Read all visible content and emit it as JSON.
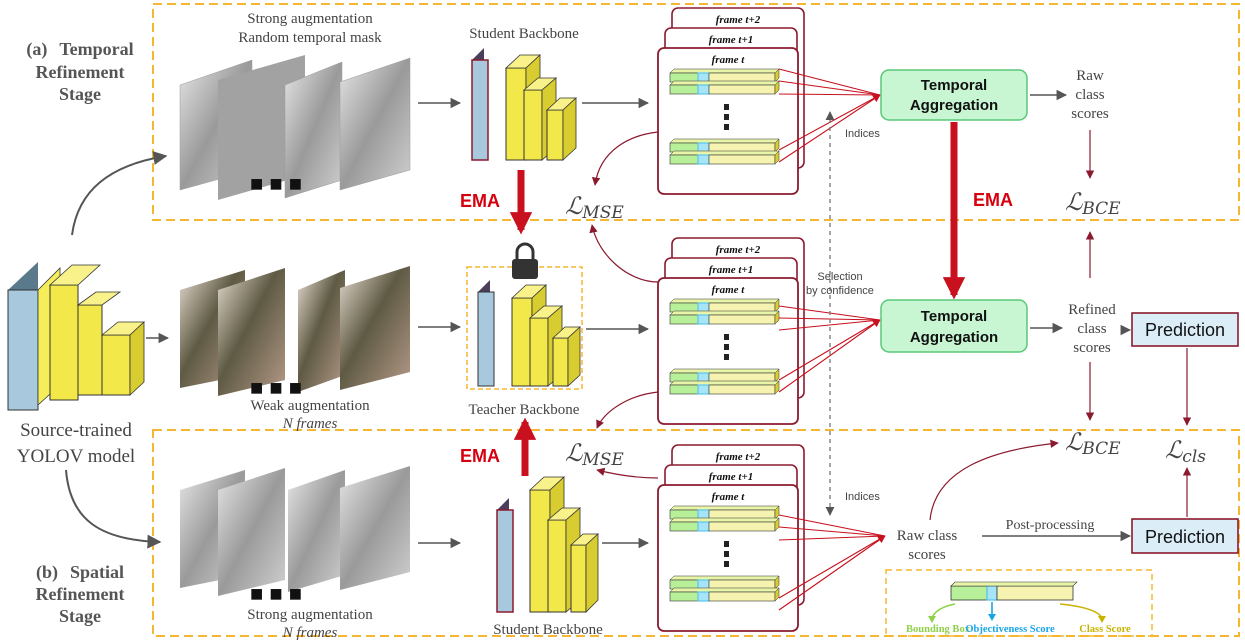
{
  "colors": {
    "stage_border": "#f5b731",
    "accent_red": "#d6000f",
    "arrow_dark": "#8b1a2e",
    "box_green": "#c8f5d2",
    "box_green_border": "#58c878",
    "box_blue": "#dbeef8",
    "backbone_blue": "#a8c8dd",
    "backbone_yellow": "#f5ee5a",
    "grid_green": "#b8f09a",
    "grid_cyan": "#4ec4f0"
  },
  "stages": {
    "temporal": {
      "letter": "(a)",
      "name_line1": "Temporal",
      "name_line2": "Refinement",
      "name_line3": "Stage"
    },
    "spatial": {
      "letter": "(b)",
      "name_line1": "Spatial",
      "name_line2": "Refinement",
      "name_line3": "Stage"
    }
  },
  "source_model": {
    "line1": "Source-trained",
    "line2": "YOLOV model"
  },
  "captions": {
    "strong_aug_top_1": "Strong augmentation",
    "strong_aug_top_2": "Random temporal mask",
    "weak_aug_1": "Weak augmentation",
    "weak_aug_2": "N frames",
    "strong_aug_bottom_1": "Strong augmentation",
    "strong_aug_bottom_2": "N frames",
    "student_top": "Student Backbone",
    "teacher": "Teacher Backbone",
    "student_bottom": "Student Backbone"
  },
  "frames": {
    "t": "frame t",
    "t1": "frame t+1",
    "t2": "frame t+2"
  },
  "ema_label": "EMA",
  "losses": {
    "L": "ℒ",
    "mse": "MSE",
    "bce": "BCE",
    "cls": "cls"
  },
  "temporal_aggregation": {
    "line1": "Temporal",
    "line2": "Aggregation"
  },
  "scores": {
    "raw_1": "Raw",
    "raw_2": "class",
    "raw_3": "scores",
    "refined_1": "Refined",
    "refined_2": "class",
    "refined_3": "scores",
    "raw_bottom_1": "Raw class",
    "raw_bottom_2": "scores"
  },
  "notes": {
    "indices": "Indices",
    "selection_1": "Selection",
    "selection_2": "by confidence",
    "post_processing": "Post-processing"
  },
  "prediction": "Prediction",
  "legend": {
    "bounding_box": "Bounding Box",
    "objectiveness": "Objectiveness Score",
    "class_score": "Class Score",
    "bbox_color": "#8fd24a",
    "obj_color": "#1aa6e6",
    "cls_color": "#c8b400"
  }
}
